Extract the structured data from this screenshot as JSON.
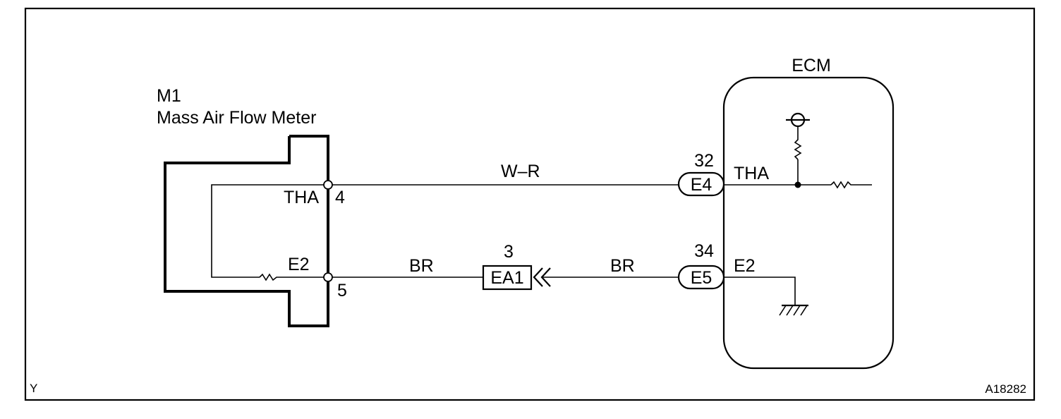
{
  "corner_left": "Y",
  "corner_right": "A18282",
  "sensor": {
    "id": "M1",
    "name": "Mass Air Flow Meter",
    "thermistor_label": "E2",
    "pins": [
      {
        "label": "THA",
        "number": "4"
      },
      {
        "label": "E2",
        "number": "5"
      }
    ]
  },
  "wires": {
    "tha_color": "W–R",
    "e2_color_left": "BR",
    "e2_color_right": "BR"
  },
  "junction": {
    "id": "EA1",
    "pin": "3"
  },
  "ecm": {
    "title": "ECM",
    "connectors": [
      {
        "id": "E4",
        "pin": "32",
        "signal": "THA"
      },
      {
        "id": "E5",
        "pin": "34",
        "signal": "E2"
      }
    ]
  }
}
